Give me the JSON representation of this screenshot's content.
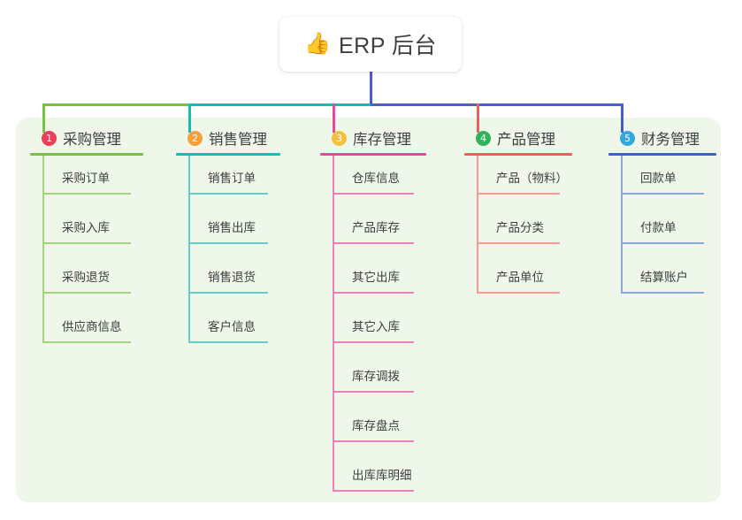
{
  "root": {
    "emoji": "👍",
    "emoji_name": "thumbs-up-icon",
    "title": "ERP 后台"
  },
  "palette": {
    "panel_bg": "#eef7e9",
    "page_bg": "#ffffff",
    "text": "#3c4043",
    "stem_blue": "#4a5fc1",
    "green": "#7ac143",
    "teal": "#13bfb4",
    "pink": "#e8479b",
    "red": "#f55b57",
    "blue": "#5b74d4"
  },
  "columns": [
    {
      "number": "1",
      "title": "采购管理",
      "badge_color": "#ee3f5a",
      "line_color": "#7ac143",
      "item_line_color": "#a8d37e",
      "items": [
        "采购订单",
        "采购入库",
        "采购退货",
        "供应商信息"
      ]
    },
    {
      "number": "2",
      "title": "销售管理",
      "badge_color": "#f5a03c",
      "line_color": "#13bfb4",
      "item_line_color": "#63cfc7",
      "items": [
        "销售订单",
        "销售出库",
        "销售退货",
        "客户信息"
      ]
    },
    {
      "number": "3",
      "title": "库存管理",
      "badge_color": "#f5c13c",
      "line_color": "#e8479b",
      "item_line_color": "#ef7fb8",
      "items": [
        "仓库信息",
        "产品库存",
        "其它出库",
        "其它入库",
        "库存调拨",
        "库存盘点",
        "出库库明细"
      ]
    },
    {
      "number": "4",
      "title": "产品管理",
      "badge_color": "#2fb457",
      "line_color": "#f55b57",
      "item_line_color": "#f79a93",
      "items": [
        "产品（物料）",
        "产品分类",
        "产品单位"
      ]
    },
    {
      "number": "5",
      "title": "财务管理",
      "badge_color": "#33a7e0",
      "line_color": "#3f5fc9",
      "item_line_color": "#8ea6e0",
      "items": [
        "回款单",
        "付款单",
        "结算账户"
      ]
    }
  ]
}
